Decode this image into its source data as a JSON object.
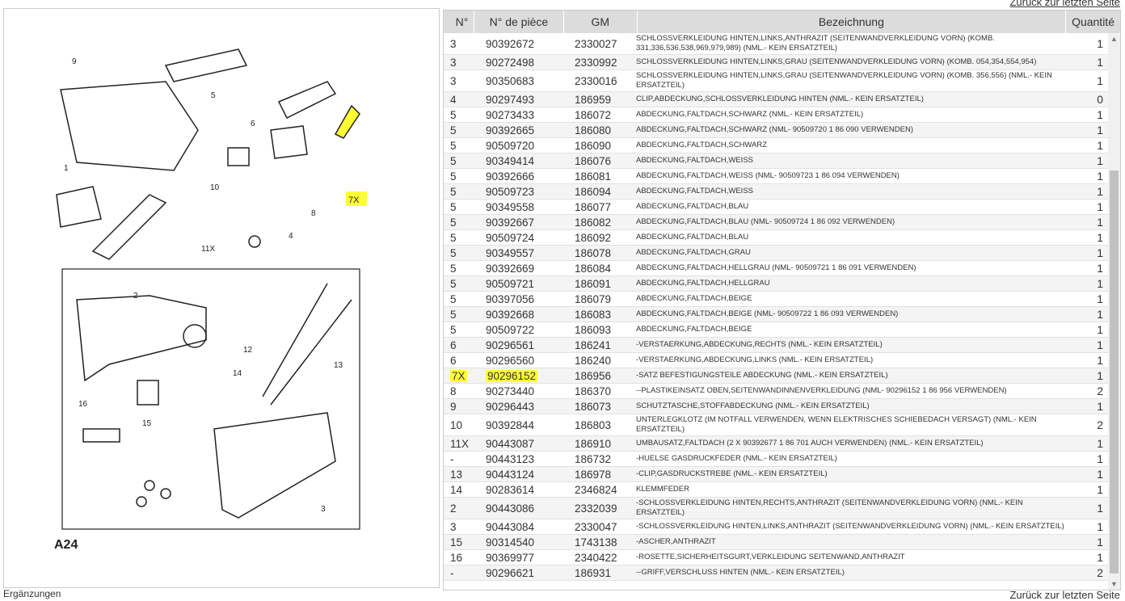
{
  "nav": {
    "back_link": "Zurück zur letzten Seite",
    "extras": "Ergänzungen"
  },
  "diagram": {
    "code": "A24",
    "labels": [
      "9",
      "5",
      "6",
      "1",
      "10",
      "7X",
      "8",
      "4",
      "11X",
      "2",
      "12",
      "13",
      "14",
      "16",
      "15",
      "3"
    ],
    "highlight_color": "#ffff33"
  },
  "table": {
    "headers": [
      "N°",
      "N° de pièce",
      "GM",
      "Bezeichnung",
      "Quantité"
    ],
    "rows": [
      {
        "n": "3",
        "part": "90392672",
        "gm": "2330027",
        "desc": "SCHLOSSVERKLEIDUNG HINTEN,LINKS,ANTHRAZIT (SEITENWANDVERKLEIDUNG VORN) (KOMB. 331,336,536,538,969,979,989) (NML.- KEIN ERSATZTEIL)",
        "qty": "1"
      },
      {
        "n": "3",
        "part": "90272498",
        "gm": "2330992",
        "desc": "SCHLOSSVERKLEIDUNG HINTEN,LINKS,GRAU (SEITENWANDVERKLEIDUNG VORN) (KOMB. 054,354,554,954)",
        "qty": "1"
      },
      {
        "n": "3",
        "part": "90350683",
        "gm": "2330016",
        "desc": "SCHLOSSVERKLEIDUNG HINTEN,LINKS,GRAU (SEITENWANDVERKLEIDUNG VORN) (KOMB. 356,556) (NML.- KEIN ERSATZTEIL)",
        "qty": "1"
      },
      {
        "n": "4",
        "part": "90297493",
        "gm": "186959",
        "desc": "CLIP,ABDECKUNG,SCHLOSSVERKLEIDUNG HINTEN (NML.- KEIN ERSATZTEIL)",
        "qty": "0"
      },
      {
        "n": "5",
        "part": "90273433",
        "gm": "186072",
        "desc": "ABDECKUNG,FALTDACH,SCHWARZ (NML.- KEIN ERSATZTEIL)",
        "qty": "1"
      },
      {
        "n": "5",
        "part": "90392665",
        "gm": "186080",
        "desc": "ABDECKUNG,FALTDACH,SCHWARZ (NML- 90509720 1 86 090 VERWENDEN)",
        "qty": "1"
      },
      {
        "n": "5",
        "part": "90509720",
        "gm": "186090",
        "desc": "ABDECKUNG,FALTDACH,SCHWARZ",
        "qty": "1"
      },
      {
        "n": "5",
        "part": "90349414",
        "gm": "186076",
        "desc": "ABDECKUNG,FALTDACH,WEISS",
        "qty": "1"
      },
      {
        "n": "5",
        "part": "90392666",
        "gm": "186081",
        "desc": "ABDECKUNG,FALTDACH,WEISS (NML- 90509723 1 86 094 VERWENDEN)",
        "qty": "1"
      },
      {
        "n": "5",
        "part": "90509723",
        "gm": "186094",
        "desc": "ABDECKUNG,FALTDACH,WEISS",
        "qty": "1"
      },
      {
        "n": "5",
        "part": "90349558",
        "gm": "186077",
        "desc": "ABDECKUNG,FALTDACH,BLAU",
        "qty": "1"
      },
      {
        "n": "5",
        "part": "90392667",
        "gm": "186082",
        "desc": "ABDECKUNG,FALTDACH,BLAU (NML- 90509724 1 86 092 VERWENDEN)",
        "qty": "1"
      },
      {
        "n": "5",
        "part": "90509724",
        "gm": "186092",
        "desc": "ABDECKUNG,FALTDACH,BLAU",
        "qty": "1"
      },
      {
        "n": "5",
        "part": "90349557",
        "gm": "186078",
        "desc": "ABDECKUNG,FALTDACH,GRAU",
        "qty": "1"
      },
      {
        "n": "5",
        "part": "90392669",
        "gm": "186084",
        "desc": "ABDECKUNG,FALTDACH,HELLGRAU (NML- 90509721 1 86 091 VERWENDEN)",
        "qty": "1"
      },
      {
        "n": "5",
        "part": "90509721",
        "gm": "186091",
        "desc": "ABDECKUNG,FALTDACH,HELLGRAU",
        "qty": "1"
      },
      {
        "n": "5",
        "part": "90397056",
        "gm": "186079",
        "desc": "ABDECKUNG,FALTDACH,BEIGE",
        "qty": "1"
      },
      {
        "n": "5",
        "part": "90392668",
        "gm": "186083",
        "desc": "ABDECKUNG,FALTDACH,BEIGE (NML- 90509722 1 86 093 VERWENDEN)",
        "qty": "1"
      },
      {
        "n": "5",
        "part": "90509722",
        "gm": "186093",
        "desc": "ABDECKUNG,FALTDACH,BEIGE",
        "qty": "1"
      },
      {
        "n": "6",
        "part": "90296561",
        "gm": "186241",
        "desc": "-VERSTAERKUNG,ABDECKUNG,RECHTS (NML.- KEIN ERSATZTEIL)",
        "qty": "1"
      },
      {
        "n": "6",
        "part": "90296560",
        "gm": "186240",
        "desc": "-VERSTAERKUNG,ABDECKUNG,LINKS (NML.- KEIN ERSATZTEIL)",
        "qty": "1"
      },
      {
        "n": "7X",
        "part": "90296152",
        "gm": "186956",
        "desc": "-SATZ BEFESTIGUNGSTEILE ABDECKUNG (NML.- KEIN ERSATZTEIL)",
        "qty": "1",
        "highlight": true
      },
      {
        "n": "8",
        "part": "90273440",
        "gm": "186370",
        "desc": "--PLASTIKEINSATZ OBEN,SEITENWANDINNENVERKLEIDUNG (NML- 90296152 1 86 956 VERWENDEN)",
        "qty": "2"
      },
      {
        "n": "9",
        "part": "90296443",
        "gm": "186073",
        "desc": "SCHUTZTASCHE,STOFFABDECKUNG (NML.- KEIN ERSATZTEIL)",
        "qty": "1"
      },
      {
        "n": "10",
        "part": "90392844",
        "gm": "186803",
        "desc": "UNTERLEGKLOTZ (IM NOTFALL VERWENDEN, WENN ELEKTRISCHES SCHIEBEDACH VERSAGT) (NML.- KEIN ERSATZTEIL)",
        "qty": "2"
      },
      {
        "n": "11X",
        "part": "90443087",
        "gm": "186910",
        "desc": "UMBAUSATZ,FALTDACH (2 X 90392677 1 86 701 AUCH VERWENDEN) (NML.- KEIN ERSATZTEIL)",
        "qty": "1"
      },
      {
        "n": "-",
        "part": "90443123",
        "gm": "186732",
        "desc": "-HUELSE GASDRUCKFEDER (NML.- KEIN ERSATZTEIL)",
        "qty": "1"
      },
      {
        "n": "13",
        "part": "90443124",
        "gm": "186978",
        "desc": "-CLIP,GASDRUCKSTREBE (NML.- KEIN ERSATZTEIL)",
        "qty": "1"
      },
      {
        "n": "14",
        "part": "90283614",
        "gm": "2346824",
        "desc": "KLEMMFEDER",
        "qty": "1"
      },
      {
        "n": "2",
        "part": "90443086",
        "gm": "2332039",
        "desc": "-SCHLOSSVERKLEIDUNG HINTEN,RECHTS,ANTHRAZIT (SEITENWANDVERKLEIDUNG VORN) (NML.- KEIN ERSATZTEIL)",
        "qty": "1"
      },
      {
        "n": "3",
        "part": "90443084",
        "gm": "2330047",
        "desc": "-SCHLOSSVERKLEIDUNG HINTEN,LINKS,ANTHRAZIT (SEITENWANDVERKLEIDUNG VORN) (NML.- KEIN ERSATZTEIL)",
        "qty": "1"
      },
      {
        "n": "15",
        "part": "90314540",
        "gm": "1743138",
        "desc": "-ASCHER,ANTHRAZIT",
        "qty": "1"
      },
      {
        "n": "16",
        "part": "90369977",
        "gm": "2340422",
        "desc": "-ROSETTE,SICHERHEITSGURT,VERKLEIDUNG SEITENWAND,ANTHRAZIT",
        "qty": "1"
      },
      {
        "n": "-",
        "part": "90296621",
        "gm": "186931",
        "desc": "--GRIFF,VERSCHLUSS HINTEN (NML.- KEIN ERSATZTEIL)",
        "qty": "2"
      }
    ]
  }
}
